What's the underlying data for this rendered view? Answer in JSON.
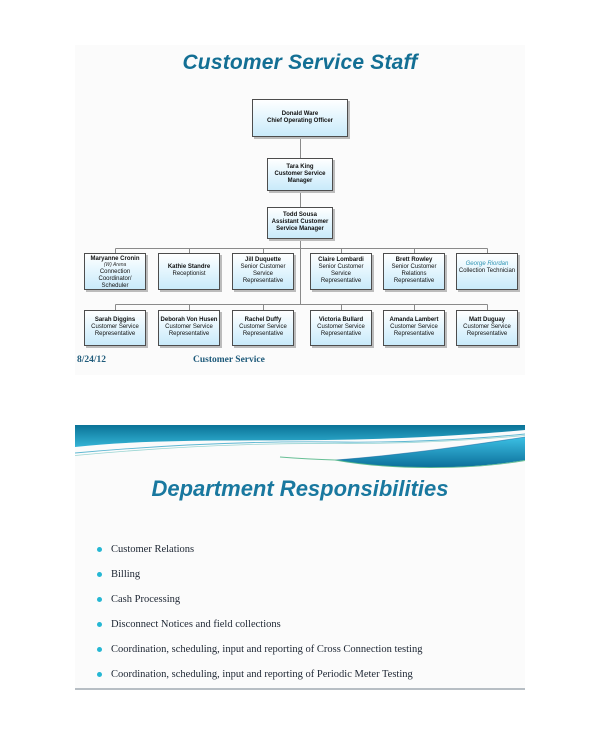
{
  "slide1": {
    "title": "Customer Service Staff",
    "footer": {
      "date": "8/24/12",
      "label": "Customer Service"
    },
    "chart": {
      "coo": {
        "name": "Donald Ware",
        "title": "Chief Operating Officer"
      },
      "manager": {
        "name": "Tara King",
        "title": "Customer Service Manager"
      },
      "assistant": {
        "name": "Todd Sousa",
        "title": "Assistant Customer Service Manager"
      },
      "row1": [
        {
          "name": "Maryanne Cronin",
          "note": "(W) Arena",
          "title": "Connection Coordinator/ Scheduler"
        },
        {
          "name": "Kathie Standre",
          "note": "",
          "title": "Receptionist"
        },
        {
          "name": "Jill Duquette",
          "note": "",
          "title": "Senior Customer Service Representative"
        },
        {
          "name": "Claire Lombardi",
          "note": "",
          "title": "Senior Customer Service Representative"
        },
        {
          "name": "Brett Rowley",
          "note": "",
          "title": "Senior Customer Relations Representative"
        },
        {
          "name": "George Riordan",
          "note": "",
          "title": "Collection Technician"
        }
      ],
      "row2": [
        {
          "name": "Sarah Diggins",
          "title": "Customer Service Representative"
        },
        {
          "name": "Deborah Von Husen",
          "title": "Customer Service Representative"
        },
        {
          "name": "Rachel Duffy",
          "title": "Customer Service Representative"
        },
        {
          "name": "Victoria Bullard",
          "title": "Customer Service Representative"
        },
        {
          "name": "Amanda Lambert",
          "title": "Customer Service Representative"
        },
        {
          "name": "Matt Duguay",
          "title": "Customer Service Representative"
        }
      ]
    }
  },
  "slide2": {
    "title": "Department Responsibilities",
    "bullets": [
      "Customer Relations",
      "Billing",
      "Cash Processing",
      "Disconnect Notices and field collections",
      "Coordination, scheduling, input and reporting of Cross Connection testing",
      "Coordination, scheduling, input and reporting of Periodic Meter Testing"
    ]
  },
  "colors": {
    "slide1_title": "#136f94",
    "slide2_title": "#19789f",
    "bullet_dot": "#25b7d3",
    "box_border": "#4d4d4d",
    "box_fill_bottom": "#c9eafa",
    "wave_teal_dark": "#0a7397",
    "wave_blue_dark": "#0c6f9a",
    "footer_text": "#1e5a7a"
  }
}
